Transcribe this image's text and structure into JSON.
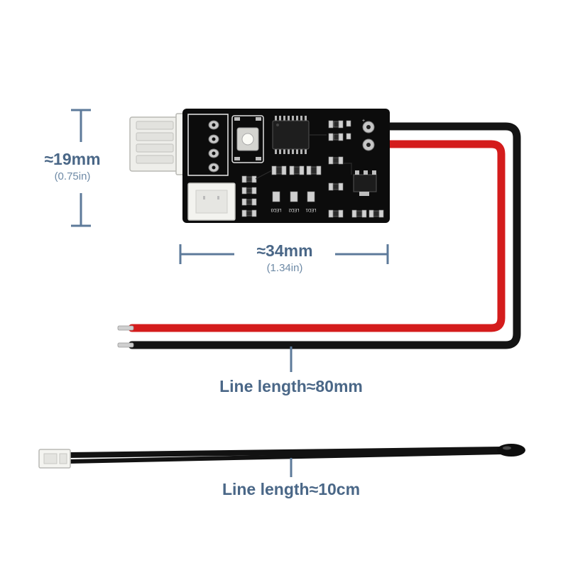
{
  "colors": {
    "dimension": "#5d7a9a",
    "label_text": "#4a6787",
    "pcb": "#0c0c0c",
    "wire_red": "#d41c1c",
    "wire_black": "#141414"
  },
  "dimensions": {
    "height": {
      "label": "≈19mm",
      "sub": "(0.75in)"
    },
    "width": {
      "label": "≈34mm",
      "sub": "(1.34in)"
    }
  },
  "wire_labels": {
    "power_line": "Line length≈80mm",
    "probe_line": "Line length≈10cm"
  },
  "pcb_silkscreen": {
    "led1": "LED1",
    "led2": "LED2",
    "led3": "LED3"
  }
}
